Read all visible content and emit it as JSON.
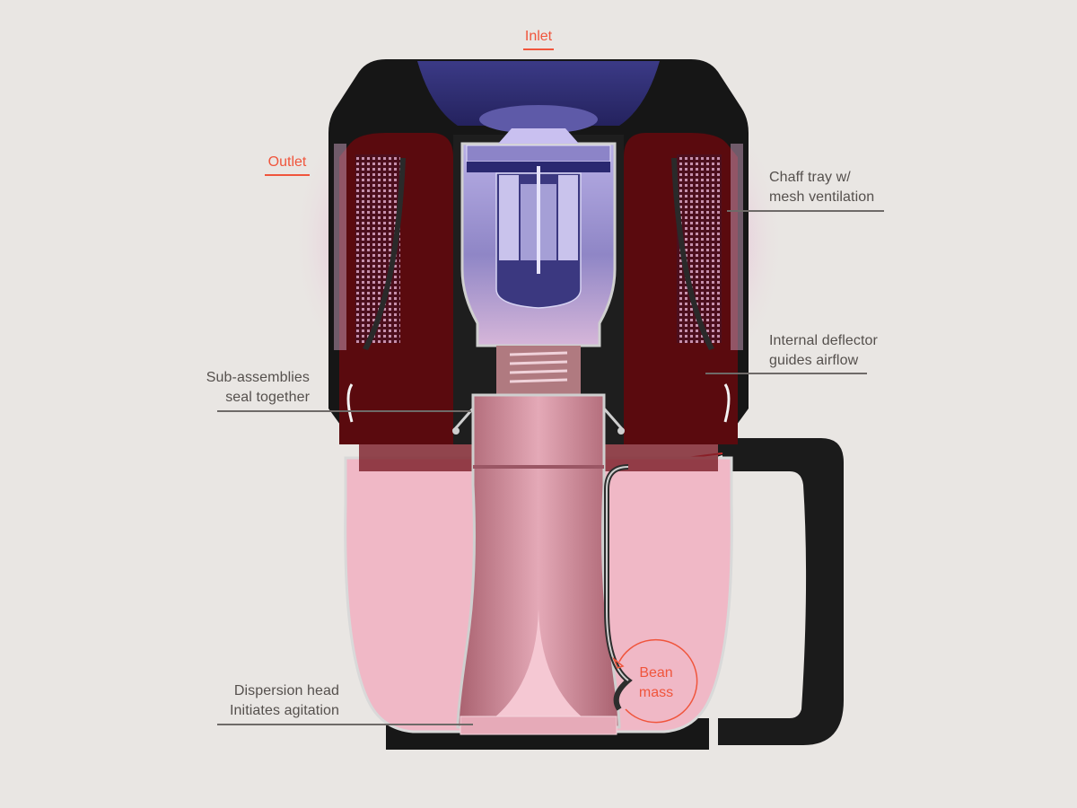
{
  "diagram": {
    "subject": "coffee roaster cutaway",
    "colors": {
      "background": "#e9e6e3",
      "accent": "#f0553c",
      "label_text": "#55504d",
      "leader_line": "#6e6a68",
      "housing": "#161616",
      "inlet_blue": "#2c2a6b",
      "motor_lavender": "#b7aee0",
      "outlet_maroon": "#5a0a0e",
      "chamber_pink": "#f0b8c6",
      "tube_rose": "#c98a98"
    },
    "flow_labels": {
      "inlet": "Inlet",
      "outlet": "Outlet"
    },
    "callouts": {
      "chaff_tray": {
        "line1": "Chaff tray w/",
        "line2": "mesh ventilation"
      },
      "deflector": {
        "line1": "Internal deflector",
        "line2": "guides airflow"
      },
      "sub_assemblies": {
        "line1": "Sub-assemblies",
        "line2": "seal together"
      },
      "dispersion": {
        "line1": "Dispersion head",
        "line2": "Initiates  agitation"
      }
    },
    "bean_mass": {
      "line1": "Bean",
      "line2": "mass"
    }
  }
}
